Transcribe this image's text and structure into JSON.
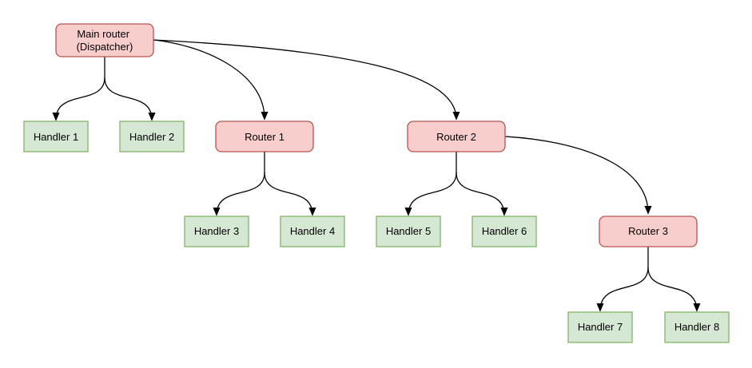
{
  "diagram": {
    "type": "flowchart-tree",
    "background": "#ffffff",
    "colors": {
      "router_fill": "#f8cecc",
      "router_stroke": "#b85450",
      "handler_fill": "#d5e8d4",
      "handler_stroke": "#82b366",
      "edge": "#000000",
      "text": "#000000"
    },
    "nodes": {
      "main": {
        "label_line1": "Main router",
        "label_line2": "(Dispatcher)",
        "type": "router"
      },
      "r1": {
        "label": "Router 1",
        "type": "router"
      },
      "r2": {
        "label": "Router 2",
        "type": "router"
      },
      "r3": {
        "label": "Router 3",
        "type": "router"
      },
      "h1": {
        "label": "Handler 1",
        "type": "handler"
      },
      "h2": {
        "label": "Handler 2",
        "type": "handler"
      },
      "h3": {
        "label": "Handler 3",
        "type": "handler"
      },
      "h4": {
        "label": "Handler 4",
        "type": "handler"
      },
      "h5": {
        "label": "Handler 5",
        "type": "handler"
      },
      "h6": {
        "label": "Handler 6",
        "type": "handler"
      },
      "h7": {
        "label": "Handler 7",
        "type": "handler"
      },
      "h8": {
        "label": "Handler 8",
        "type": "handler"
      }
    },
    "edges": [
      {
        "from": "Main router (Dispatcher)",
        "to": "Handler 1"
      },
      {
        "from": "Main router (Dispatcher)",
        "to": "Handler 2"
      },
      {
        "from": "Main router (Dispatcher)",
        "to": "Router 1"
      },
      {
        "from": "Main router (Dispatcher)",
        "to": "Router 2"
      },
      {
        "from": "Router 1",
        "to": "Handler 3"
      },
      {
        "from": "Router 1",
        "to": "Handler 4"
      },
      {
        "from": "Router 2",
        "to": "Handler 5"
      },
      {
        "from": "Router 2",
        "to": "Handler 6"
      },
      {
        "from": "Router 2",
        "to": "Router 3"
      },
      {
        "from": "Router 3",
        "to": "Handler 7"
      },
      {
        "from": "Router 3",
        "to": "Handler 8"
      }
    ]
  }
}
